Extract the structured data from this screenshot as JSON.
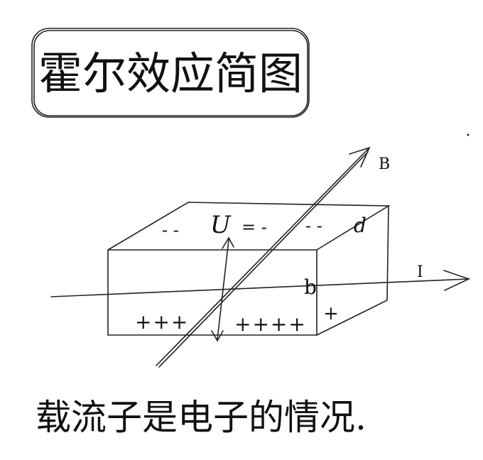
{
  "title": "霍尔效应简图",
  "caption": "载流子是电子的情况.",
  "labels": {
    "magnetic_field": "B",
    "current": "I",
    "thickness": "d",
    "width": "b",
    "voltage": "U"
  },
  "charges": {
    "top_left": "- -",
    "top_mid": "= -",
    "top_right": "- -",
    "bottom_left": "+++",
    "bottom_right": "++++",
    "side": "+"
  }
}
